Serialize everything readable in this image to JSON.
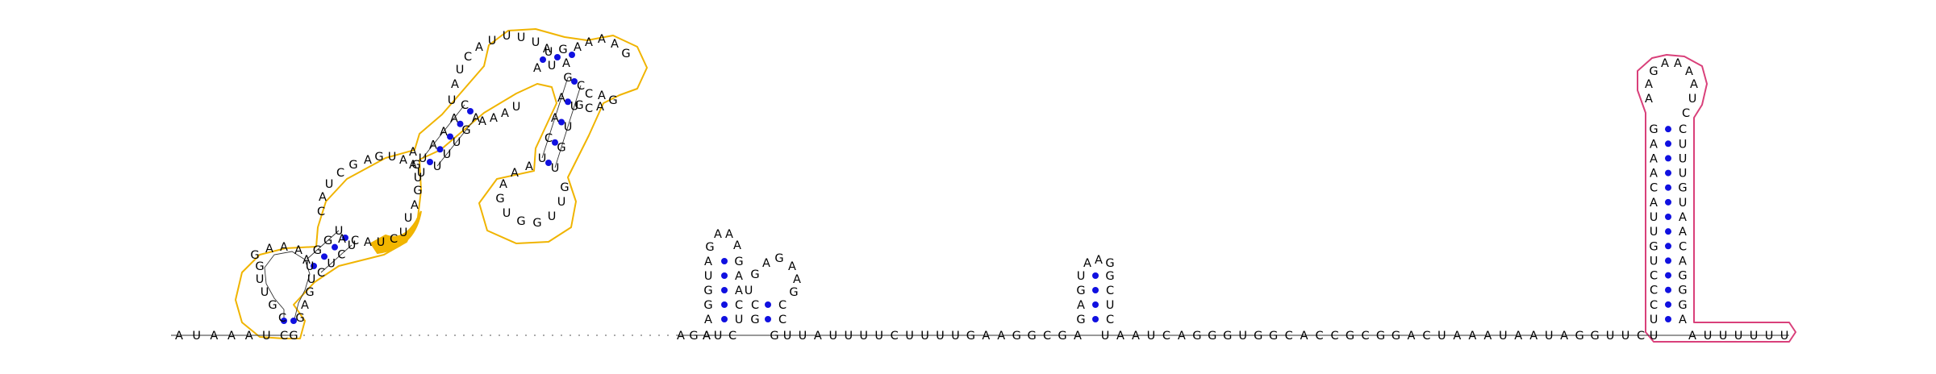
{
  "diagram": {
    "type": "rna-secondary-structure",
    "colors": {
      "base_pair_dot": "#1010e0",
      "orange_highlight_outline": "#f0b400",
      "orange_highlight_fill": "#f3b600",
      "pink_highlight_outline": "#d9407a",
      "pink_highlight_fill": "#fbdbe6",
      "text": "#000000",
      "background": "#ffffff"
    },
    "strand_5prime": "AUAAAUC",
    "linker_3prime": "AGA",
    "tail_3prime": "AUUUUUU",
    "highlighted_bases": [
      "U",
      "C",
      "U",
      "C",
      "U"
    ]
  }
}
